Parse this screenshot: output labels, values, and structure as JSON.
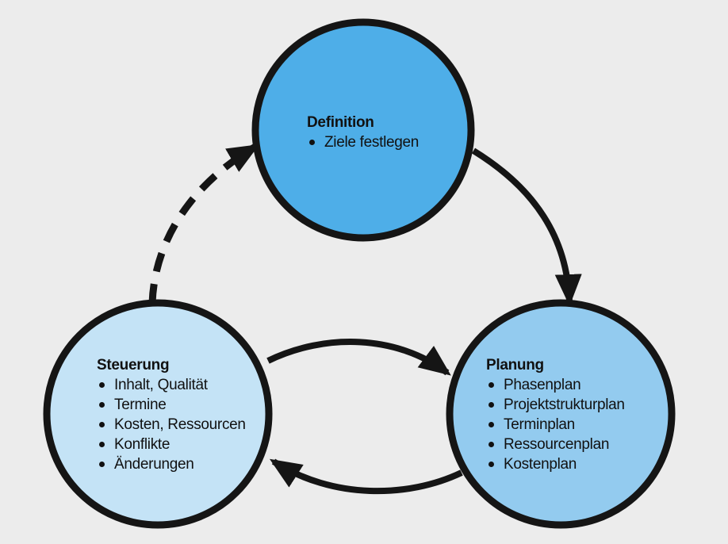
{
  "colors": {
    "background": "#ececec",
    "definition_fill": "#4eaee8",
    "planung_fill": "#93cbef",
    "steuerung_fill": "#c4e3f6",
    "stroke": "#151515"
  },
  "nodes": {
    "definition": {
      "title": "Definition",
      "items": [
        "Ziele festlegen"
      ]
    },
    "planung": {
      "title": "Planung",
      "items": [
        "Phasenplan",
        "Projektstrukturplan",
        "Terminplan",
        "Ressourcenplan",
        "Kostenplan"
      ]
    },
    "steuerung": {
      "title": "Steuerung",
      "items": [
        "Inhalt, Qualität",
        "Termine",
        "Kosten, Ressourcen",
        "Konflikte",
        "Änderungen"
      ]
    }
  },
  "edges": [
    {
      "from": "definition",
      "to": "planung",
      "style": "solid"
    },
    {
      "from": "steuerung",
      "to": "planung",
      "style": "solid"
    },
    {
      "from": "planung",
      "to": "steuerung",
      "style": "solid"
    },
    {
      "from": "steuerung",
      "to": "definition",
      "style": "dashed"
    }
  ]
}
